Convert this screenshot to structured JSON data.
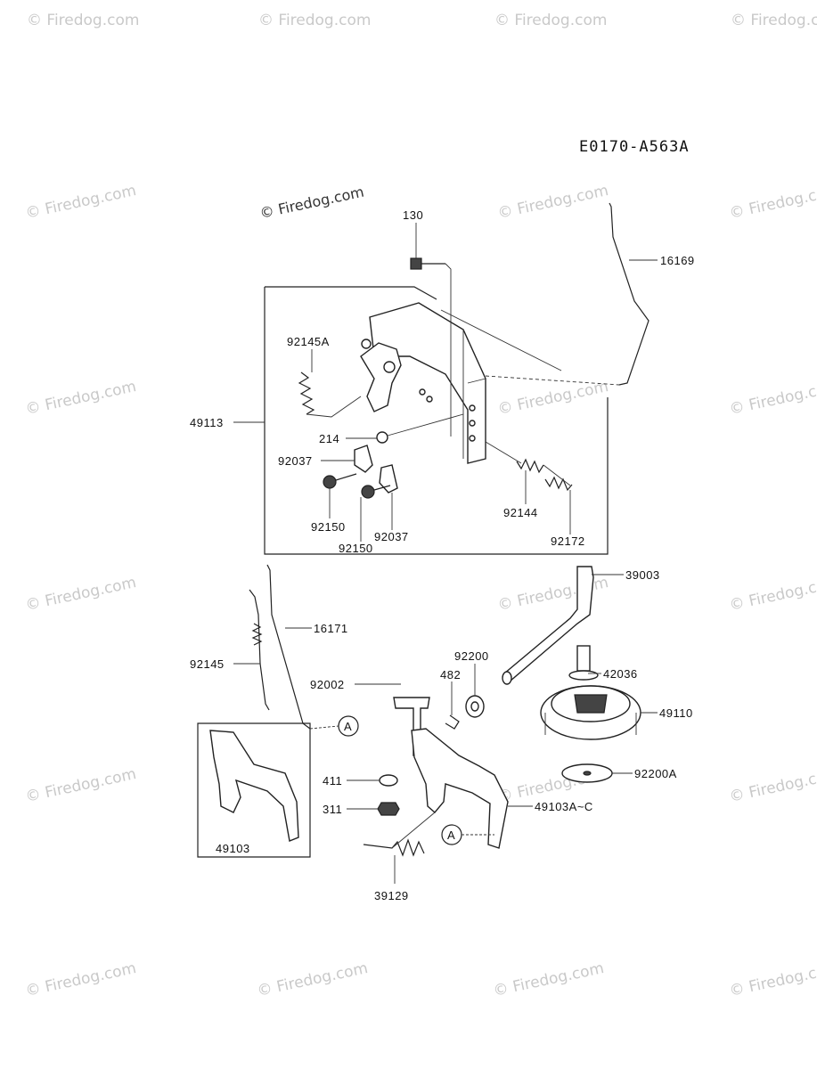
{
  "diagram": {
    "code": "E0170-A563A",
    "watermark": "© Firedog.com",
    "watermark_dark": "© Firedog.com",
    "callout_a": "A",
    "labels": {
      "p130": "130",
      "p16169": "16169",
      "p92145A": "92145A",
      "p49113": "49113",
      "p214": "214",
      "p92037a": "92037",
      "p92150a": "92150",
      "p92150b": "92150",
      "p92037b": "92037",
      "p92144": "92144",
      "p92172": "92172",
      "p39003": "39003",
      "p16171": "16171",
      "p92145": "92145",
      "p92200": "92200",
      "p92002": "92002",
      "p482": "482",
      "p42036": "42036",
      "p49110": "49110",
      "p411": "411",
      "p311": "311",
      "p92200A": "92200A",
      "p49103Ac": "49103A~C",
      "p49103": "49103",
      "p39129": "39129"
    }
  }
}
